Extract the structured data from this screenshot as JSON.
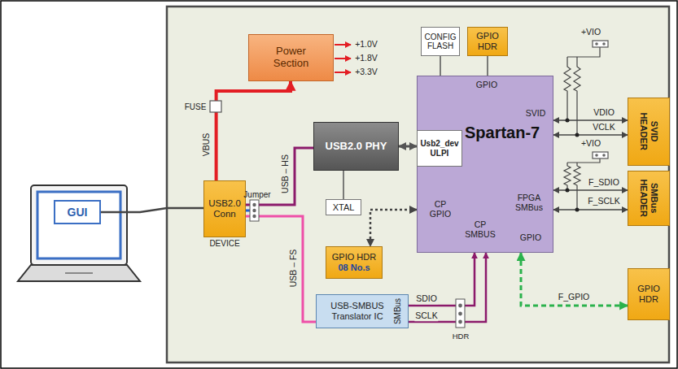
{
  "diagram": {
    "nodes": [
      {
        "text": [
          "GUI"
        ]
      },
      {
        "text": [
          "Power Section"
        ]
      },
      {
        "text": [
          "USB2.0 Conn",
          "DEVICE"
        ]
      },
      {
        "text": [
          "CONFIG FLASH"
        ]
      },
      {
        "text": [
          "GPIO HDR"
        ]
      },
      {
        "text": [
          "USB2.0 PHY"
        ]
      },
      {
        "text": [
          "XTAL"
        ]
      },
      {
        "text": [
          "Spartan-7"
        ]
      },
      {
        "text": [
          "Usb2_dev ULPI"
        ],
        "in": 7
      },
      {
        "text": [
          "GPIO HDR",
          "08 No.s"
        ]
      },
      {
        "text": [
          "USB-SMBUS Translator IC",
          "SMBus"
        ]
      },
      {
        "text": [
          "SVID HEADER"
        ]
      },
      {
        "text": [
          "SMBus HEADER"
        ]
      },
      {
        "text": [
          "GPIO HDR"
        ]
      }
    ],
    "edges": [
      {
        "from": 0,
        "to": 2,
        "arrow": "none"
      },
      {
        "from": 2,
        "to": 1,
        "label": "VBUS",
        "arrow": "to"
      },
      {
        "from": 2,
        "to": 5,
        "label": "USB – HS",
        "arrow": "none"
      },
      {
        "from": 2,
        "to": 10,
        "label": "USB – FS",
        "arrow": "none"
      },
      {
        "from": 5,
        "to": 8,
        "arrow": "both"
      },
      {
        "from": 6,
        "to": 5,
        "arrow": "none"
      },
      {
        "from": 3,
        "to": 7,
        "arrow": "none"
      },
      {
        "from": 4,
        "to": 7,
        "arrow": "none"
      },
      {
        "from": 7,
        "to": 9,
        "arrow": "both"
      },
      {
        "from": 10,
        "to": 7,
        "label": "SDIO",
        "arrow": "to"
      },
      {
        "from": 10,
        "to": 7,
        "label": "SCLK",
        "arrow": "to"
      },
      {
        "from": 7,
        "to": 11,
        "label": "VDIO",
        "arrow": "both"
      },
      {
        "from": 7,
        "to": 11,
        "label": "VCLK",
        "arrow": "both"
      },
      {
        "from": 7,
        "to": 12,
        "label": "F_SDIO",
        "arrow": "both"
      },
      {
        "from": 7,
        "to": 12,
        "label": "F_SCLK",
        "arrow": "both"
      },
      {
        "from": 7,
        "to": 13,
        "label": "F_GPIO",
        "arrow": "both"
      }
    ],
    "labels": [
      "+1.0V",
      "+1.8V",
      "+3.3V",
      "FUSE",
      "Jumper",
      "HDR",
      "+VIO",
      "+VIO",
      "GPIO",
      "SVID",
      "CP GPIO",
      "CP SMBUS",
      "FPGA SMBus",
      "GPIO"
    ]
  }
}
